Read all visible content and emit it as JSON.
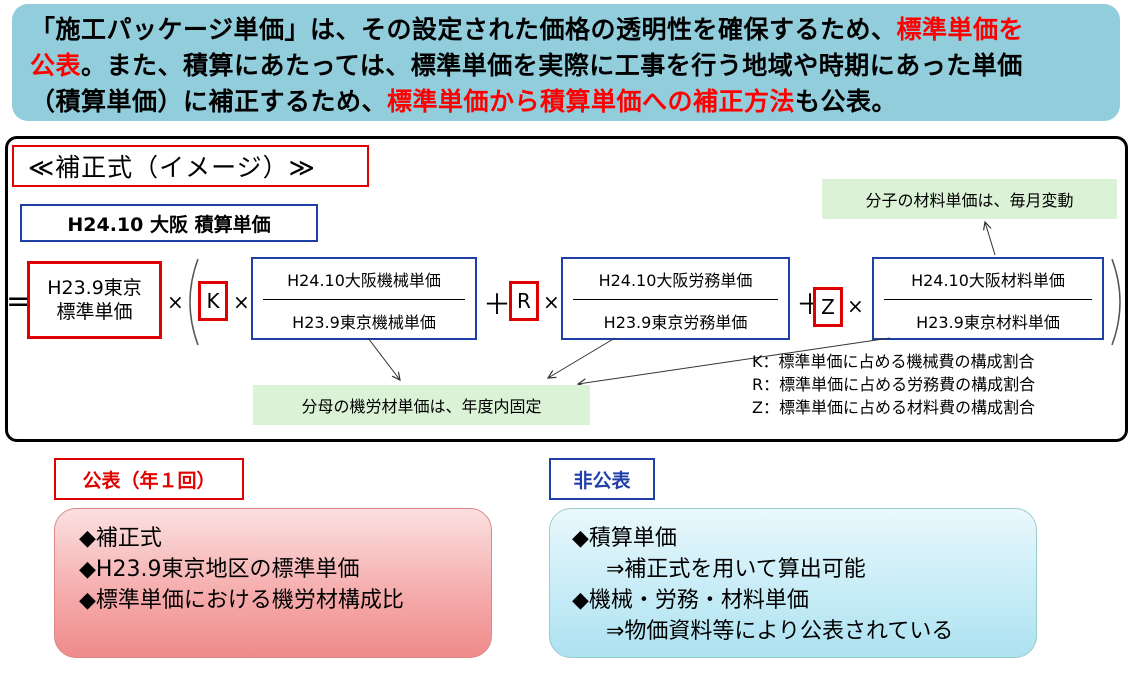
{
  "banner": {
    "background": "#92cddc",
    "highlight_color": "#ff0000",
    "segments": [
      {
        "text": "「施工パッケージ単価」は、その設定された価格の透明性を確保するため、",
        "red": false
      },
      {
        "text": "標準単価を",
        "red": true
      },
      {
        "text": "公表",
        "red": true
      },
      {
        "text": "。また、積算にあたっては、標準単価を実際に工事を行う地域や時期にあった単価",
        "red": false
      },
      {
        "text": "（積算単価）に補正するため、",
        "red": false
      },
      {
        "text": "標準単価から積算単価への補正方法",
        "red": true
      },
      {
        "text": "も公表。",
        "red": false
      }
    ]
  },
  "formula": {
    "title": "≪補正式（イメージ）≫",
    "result_label": "H24.10  大阪  積算単価",
    "equals": "=",
    "base": {
      "line1": "H23.9東京",
      "line2": "標準単価"
    },
    "times": "×",
    "plus": "＋",
    "terms": [
      {
        "coef": "K",
        "numerator": "H24.10大阪機械単価",
        "denominator": "H23.9東京機械単価"
      },
      {
        "coef": "R",
        "numerator": "H24.10大阪労務単価",
        "denominator": "H23.9東京労務単価"
      },
      {
        "coef": "Z",
        "numerator": "H24.10大阪材料単価",
        "denominator": "H23.9東京材料単価"
      }
    ],
    "note_numerator": "分子の材料単価は、毎月変動",
    "note_denominator": "分母の機労材単価は、年度内固定",
    "legend": [
      "K：標準単価に占める機械費の構成割合",
      "R：標準単価に占める労務費の構成割合",
      "Z：標準単価に占める材料費の構成割合"
    ],
    "colors": {
      "red_border": "#e00000",
      "blue_border": "#1f3fa8",
      "note_bg": "#dbf2d6"
    }
  },
  "published": {
    "label": "公表（年１回）",
    "items": [
      {
        "text": "◆補正式",
        "indent": false
      },
      {
        "text": "◆H23.9東京地区の標準単価",
        "indent": false
      },
      {
        "text": "◆標準単価における機労材構成比",
        "indent": false
      }
    ]
  },
  "unpublished": {
    "label": "非公表",
    "items": [
      {
        "text": "◆積算単価",
        "indent": false
      },
      {
        "text": "⇒補正式を用いて算出可能",
        "indent": true
      },
      {
        "text": "◆機械・労務・材料単価",
        "indent": false
      },
      {
        "text": "⇒物価資料等により公表されている",
        "indent": true
      }
    ]
  }
}
